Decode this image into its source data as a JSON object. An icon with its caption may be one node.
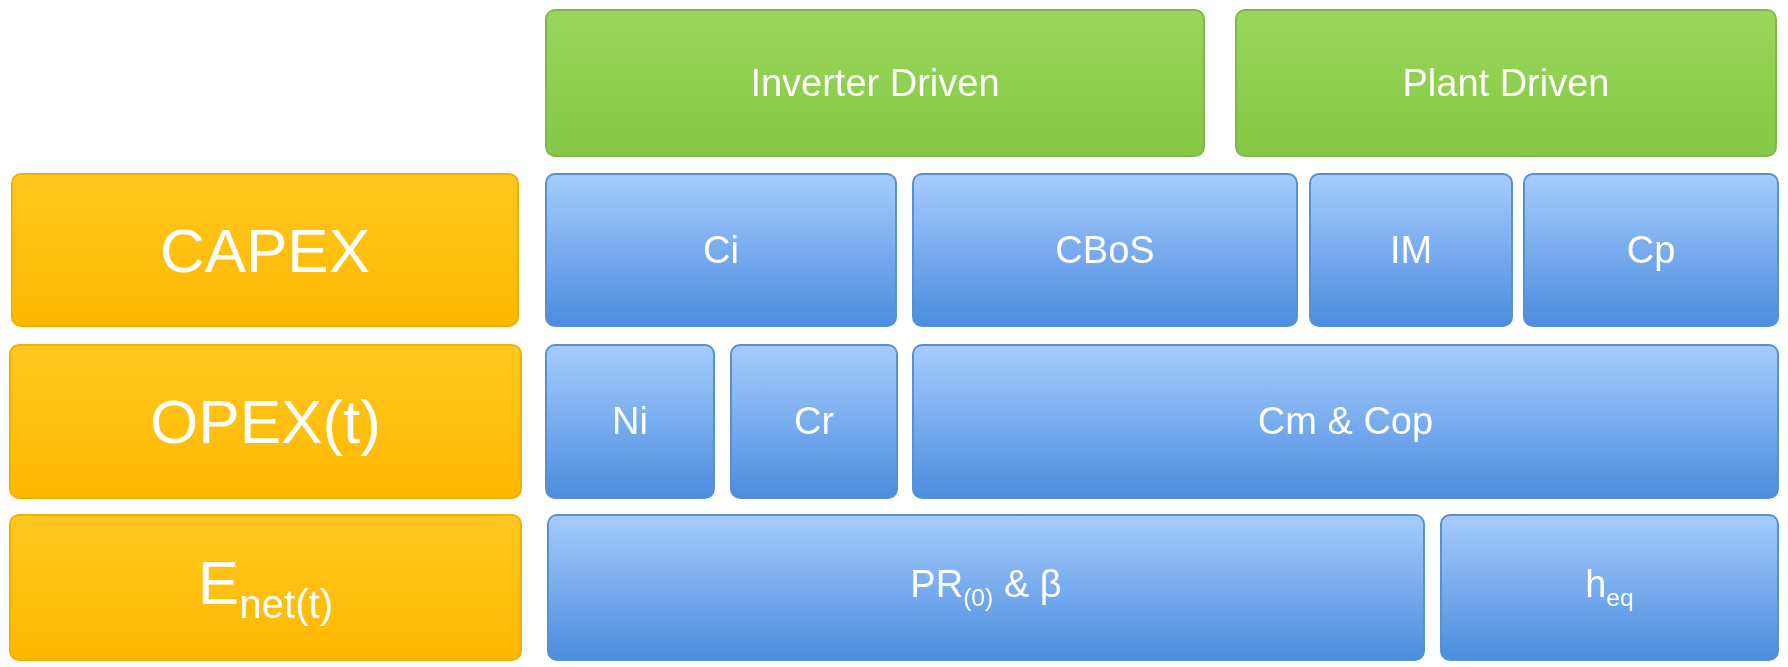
{
  "diagram": {
    "nodes": [
      {
        "text": [
          "Inverter Driven"
        ]
      },
      {
        "text": [
          "Plant Driven"
        ]
      },
      {
        "text": [
          "CAPEX"
        ]
      },
      {
        "text": [
          "Ci"
        ]
      },
      {
        "text": [
          "CBoS"
        ]
      },
      {
        "text": [
          "IM"
        ]
      },
      {
        "text": [
          "Cp"
        ]
      },
      {
        "text": [
          "OPEX(t)"
        ]
      },
      {
        "text": [
          "Ni"
        ]
      },
      {
        "text": [
          "Cr"
        ]
      },
      {
        "text": [
          "Cm & Cop"
        ]
      },
      {
        "text": [
          "E$_{net(t)}$"
        ]
      },
      {
        "text": [
          "PR$_{(0)}$ & β"
        ]
      },
      {
        "text": [
          "h$_{eq}$"
        ]
      }
    ]
  }
}
